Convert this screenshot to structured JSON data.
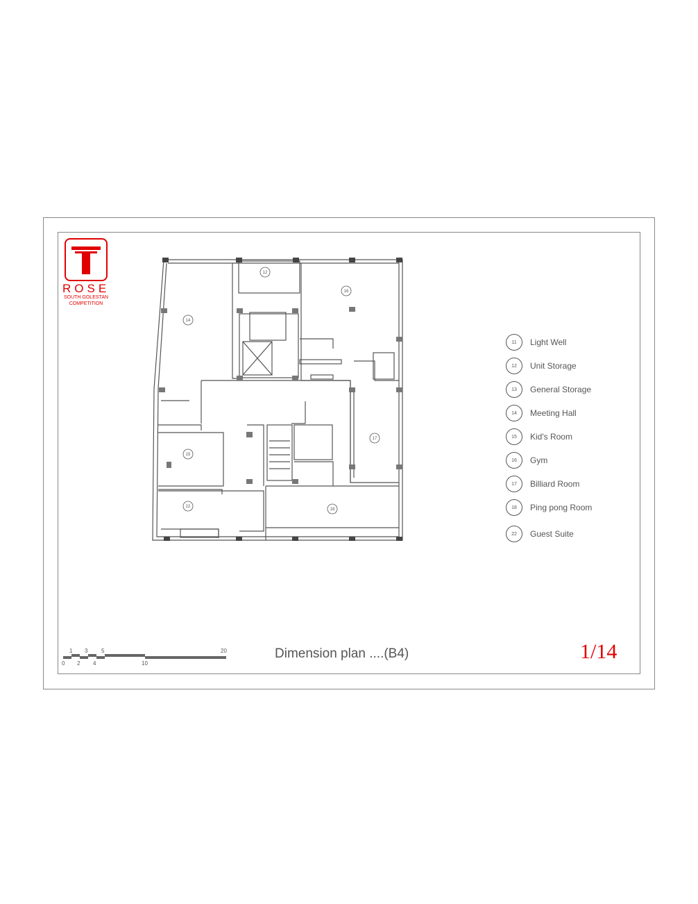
{
  "logo": {
    "name": "ROSE",
    "subtitle": "SOUTH GOLESTAN",
    "tagline": "COMPETITION",
    "color": "#e00000"
  },
  "plan": {
    "room_tags": [
      "14",
      "12",
      "16",
      "17",
      "15",
      "22",
      "18"
    ]
  },
  "legend": [
    {
      "num": "11",
      "label": "Light Well"
    },
    {
      "num": "12",
      "label": "Unit Storage"
    },
    {
      "num": "13",
      "label": "General Storage"
    },
    {
      "num": "14",
      "label": "Meeting Hall"
    },
    {
      "num": "15",
      "label": "Kid's Room"
    },
    {
      "num": "16",
      "label": "Gym"
    },
    {
      "num": "17",
      "label": "Billiard Room"
    },
    {
      "num": "18",
      "label": "Ping pong Room"
    },
    {
      "num": "22",
      "label": "Guest Suite"
    }
  ],
  "scale_bar": {
    "top_labels": [
      "1",
      "3",
      "5",
      "20"
    ],
    "bottom_labels": [
      "0",
      "2",
      "4",
      "10"
    ]
  },
  "title": "Dimension plan ....(B4)",
  "sheet_number": "1/14"
}
